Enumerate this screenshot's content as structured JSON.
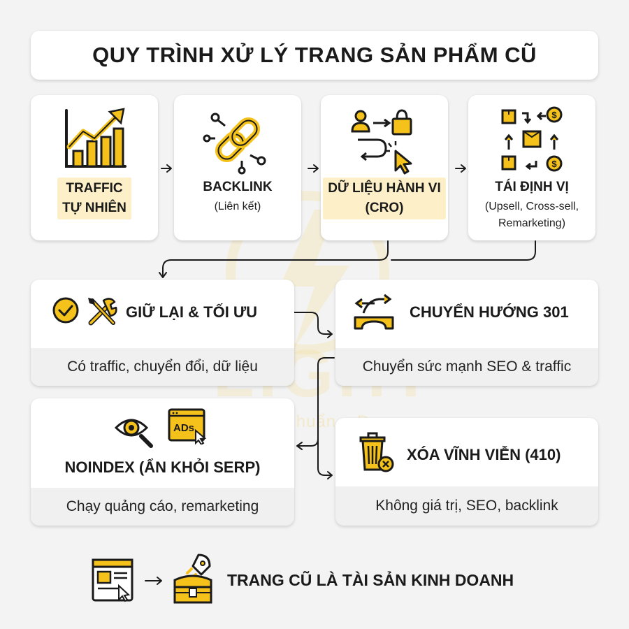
{
  "title": "QUY TRÌNH XỬ LÝ TRANG SẢN PHẨM CŨ",
  "steps": [
    {
      "title": "TRAFFIC",
      "title2": "TỰ NHIÊN",
      "icon": "growth-chart-icon"
    },
    {
      "title": "BACKLINK",
      "subtitle": "(Liên kết)",
      "icon": "chain-link-icon"
    },
    {
      "title": "DỮ LIỆU HÀNH VI",
      "title2": "(CRO)",
      "icon": "user-journey-icon"
    },
    {
      "title": "TÁI ĐỊNH VỊ",
      "subtitle": "(Upsell, Cross-sell,",
      "subtitle2": "Remarketing)",
      "icon": "exchange-cycle-icon"
    }
  ],
  "options": {
    "keep": {
      "title": "GIỮ LẠI & TỐI ƯU",
      "desc": "Có traffic, chuyển đổi, dữ liệu"
    },
    "redirect": {
      "title": "CHUYỂN HƯỚNG 301",
      "desc": "Chuyển sức mạnh SEO & traffic"
    },
    "noindex": {
      "title": "NOINDEX (ẨN KHỎI SERP)",
      "desc": "Chạy quảng cáo, remarketing",
      "ads_label": "ADs"
    },
    "delete": {
      "title": "XÓA VĨNH VIỄN (410)",
      "desc": "Không giá trị, SEO, backlink"
    }
  },
  "footer": {
    "text": "TRANG CŨ LÀ TÀI SẢN KINH DOANH"
  },
  "watermark": {
    "brand": "LIGHT",
    "slogan": "Nhanh – Chuẩn – Đẹp"
  },
  "colors": {
    "accent": "#F5C21B",
    "highlight": "#FDF0C8",
    "ink": "#1A1A1A"
  }
}
